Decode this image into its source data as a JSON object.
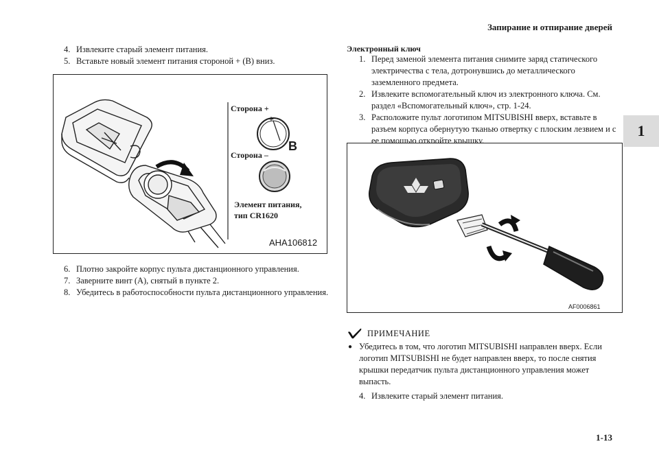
{
  "header": {
    "title": "Запирание и отпирание дверей"
  },
  "chapter_tab": "1",
  "page_number": "1-13",
  "left_column": {
    "steps_top": [
      {
        "num": "4.",
        "text": "Извлеките старый элемент питания."
      },
      {
        "num": "5.",
        "text": "Вставьте новый элемент питания стороной + (B) вниз."
      }
    ],
    "figure": {
      "label_plus": "Сторона +",
      "label_minus": "Сторона –",
      "letter_b": "B",
      "plus_sign": "+",
      "battery_label_line1": "Элемент питания,",
      "battery_label_line2": "тип CR1620",
      "code": "AHA106812"
    },
    "steps_bottom": [
      {
        "num": "6.",
        "text": "Плотно закройте корпус пульта дистанционного управления."
      },
      {
        "num": "7.",
        "text": "Заверните винт (A), снятый в пункте 2."
      },
      {
        "num": "8.",
        "text": "Убедитесь в работоспособности пульта дистанционного управления."
      }
    ]
  },
  "right_column": {
    "heading": "Электронный ключ",
    "steps": [
      {
        "num": "1.",
        "text": "Перед заменой элемента питания снимите заряд статического электричества с тела, дотронувшись до металлического заземленного предмета."
      },
      {
        "num": "2.",
        "text": "Извлеките вспомогательный ключ из электронного ключа. См. раздел «Вспомогательный ключ», стр. 1-24."
      },
      {
        "num": "3.",
        "text": "Расположите пульт логотипом MITSUBISHI вверх, вставьте в разъем корпуса обернутую тканью отвертку с плоским лезвием и с ее помощью откройте крышку."
      }
    ],
    "figure": {
      "code": "AF0006861"
    },
    "note": {
      "title": "ПРИМЕЧАНИЕ",
      "items": [
        "Убедитесь в том, что логотип MITSUBISHI направлен вверх. Если логотип MITSUBISHI не будет направлен вверх, то после снятия крышки передатчик пульта дистанционного управления может выпасть."
      ]
    },
    "final_step": {
      "num": "4.",
      "text": "Извлеките старый элемент питания."
    }
  }
}
